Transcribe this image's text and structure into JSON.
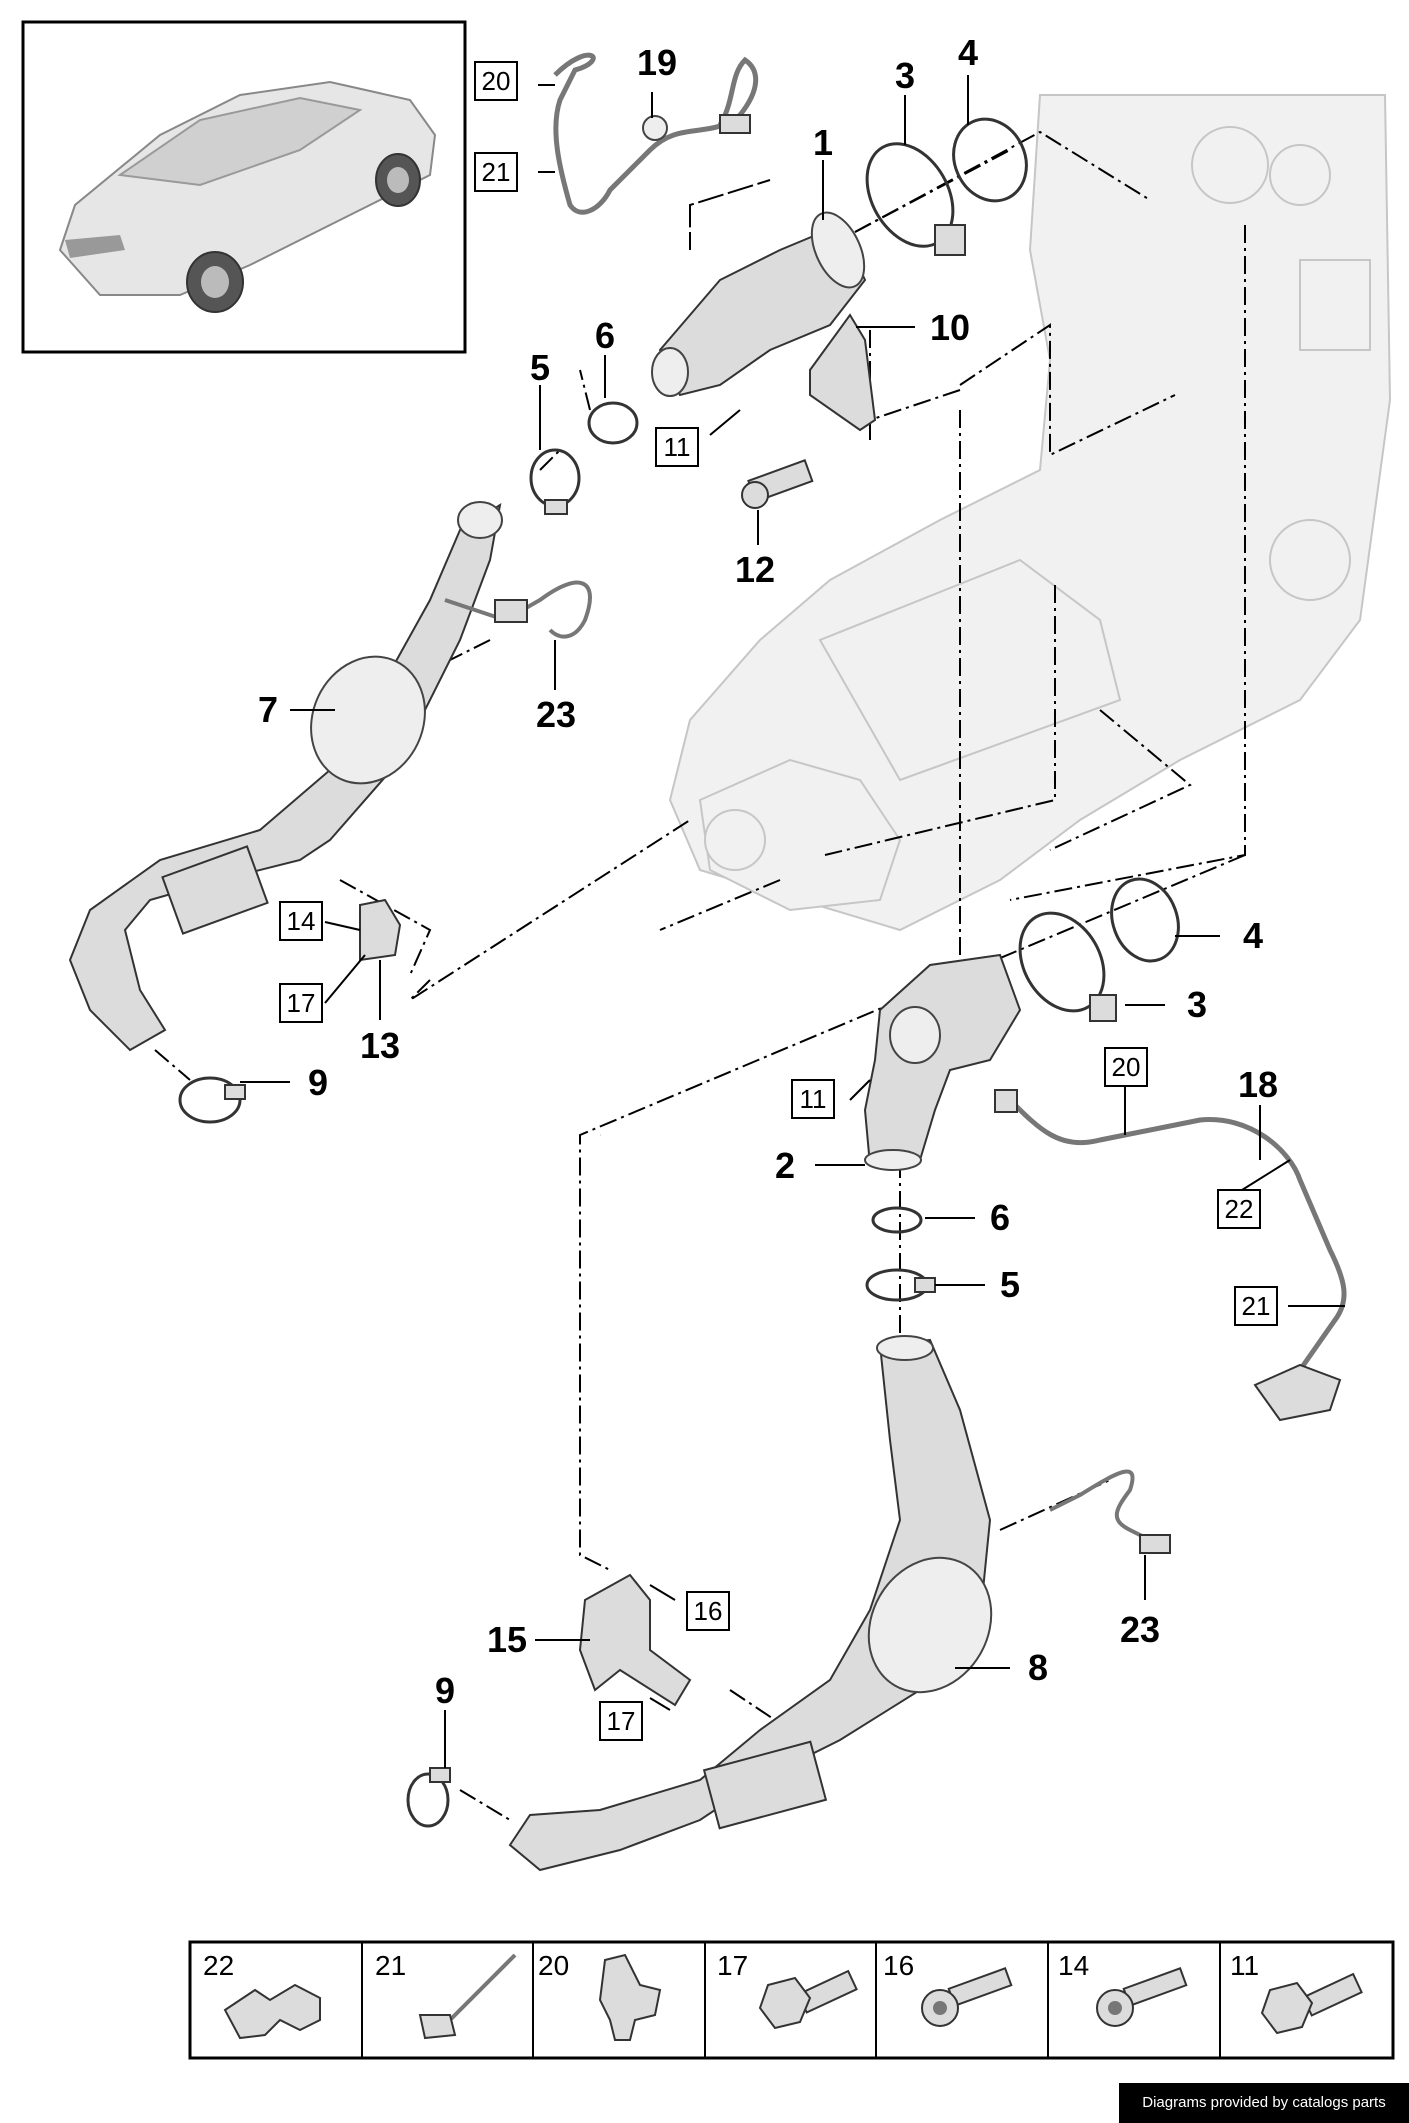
{
  "diagram": {
    "callouts": {
      "c1": "1",
      "c2": "2",
      "c3a": "3",
      "c3b": "3",
      "c4a": "4",
      "c4b": "4",
      "c5a": "5",
      "c5b": "5",
      "c6a": "6",
      "c6b": "6",
      "c7": "7",
      "c8": "8",
      "c9a": "9",
      "c9b": "9",
      "c10": "10",
      "c12": "12",
      "c13": "13",
      "c15": "15",
      "c18": "18",
      "c19": "19",
      "c23a": "23",
      "c23b": "23"
    },
    "boxed_refs": {
      "b20a": "20",
      "b21a": "21",
      "b11a": "11",
      "b14": "14",
      "b17a": "17",
      "b11b": "11",
      "b20b": "20",
      "b22": "22",
      "b21b": "21",
      "b16": "16",
      "b17b": "17"
    }
  },
  "legend": {
    "cells": [
      {
        "number": "22",
        "icon": "clip-bracket-icon"
      },
      {
        "number": "21",
        "icon": "cable-tie-icon"
      },
      {
        "number": "20",
        "icon": "connector-holder-icon"
      },
      {
        "number": "17",
        "icon": "hex-bolt-icon"
      },
      {
        "number": "16",
        "icon": "torx-bolt-icon"
      },
      {
        "number": "14",
        "icon": "torx-bolt-icon"
      },
      {
        "number": "11",
        "icon": "hex-bolt-icon"
      }
    ]
  },
  "footer": {
    "credit": "Diagrams provided by catalogs parts"
  }
}
